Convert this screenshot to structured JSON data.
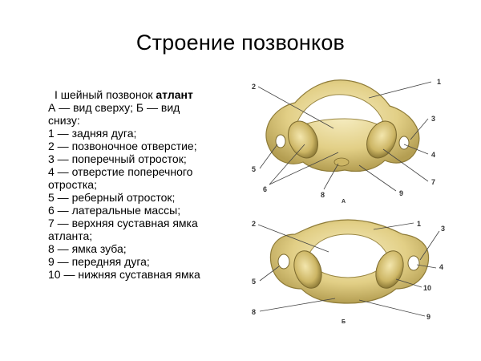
{
  "title": "Строение позвонков",
  "description": {
    "heading_prefix": "I шейный позвонок ",
    "heading_bold": "атлант",
    "lines": [
      "А — вид сверху; Б — вид",
      "снизу:",
      "1 — задняя дуга;",
      "2 — позвоночное отверстие;",
      "3 — поперечный отросток;",
      "4 — отверстие поперечного",
      "отростка;",
      "5 — реберный отросток;",
      "6 — латеральные массы;",
      "7 — верхняя суставная ямка",
      "атланта;",
      "8 — ямка зуба;",
      "9 — передняя дуга;",
      "10 — нижняя суставная ямка"
    ]
  },
  "figure_a": {
    "view_letter": "А",
    "labels": [
      "1",
      "2",
      "3",
      "4",
      "5",
      "6",
      "7",
      "8",
      "9"
    ]
  },
  "figure_b": {
    "view_letter": "Б",
    "labels": [
      "1",
      "2",
      "3",
      "4",
      "5",
      "8",
      "9",
      "10"
    ]
  },
  "colors": {
    "bone_light": "#efe3a6",
    "bone_mid": "#d8c378",
    "bone_dark": "#a08d45",
    "leader_line": "#444444"
  }
}
